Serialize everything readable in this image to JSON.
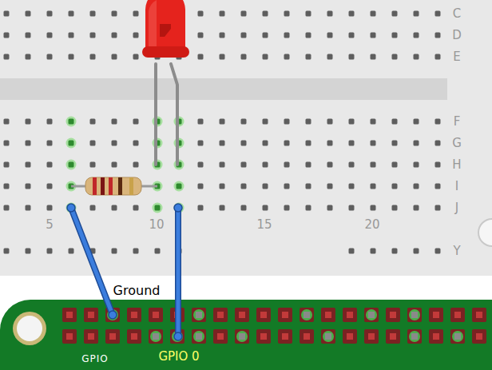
{
  "diagram": {
    "labels": [
      "C",
      "D",
      "E",
      "F",
      "G",
      "H",
      "I",
      "J",
      "5",
      "10",
      "15",
      "20",
      "Y",
      "Ground",
      "GPIO",
      "GPIO 0"
    ]
  }
}
